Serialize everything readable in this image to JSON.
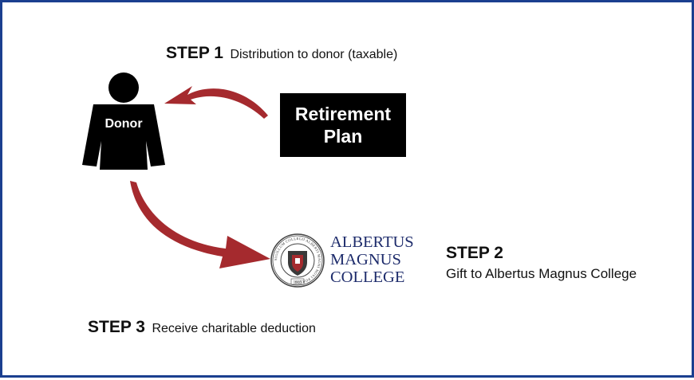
{
  "step1": {
    "label": "STEP 1",
    "description": "Distribution to donor (taxable)"
  },
  "step2": {
    "label": "STEP 2",
    "description": "Gift to Albertus Magnus College"
  },
  "step3": {
    "label": "STEP 3",
    "description": "Receive charitable deduction"
  },
  "retirement_plan": {
    "line1": "Retirement",
    "line2": "Plan"
  },
  "donor": {
    "label": "Donor"
  },
  "college": {
    "name_lines": [
      "ALBERTUS",
      "MAGNUS",
      "COLLEGE"
    ],
    "seal_text": "SIGILLUM COLLEGII ALBERTI MAGNI NOVI PORTUS",
    "seal_year": "1925"
  },
  "colors": {
    "frame": "#1b3f8f",
    "arrow": "#a52a2e",
    "college_text": "#1d2b6b",
    "box": "#000000"
  },
  "icons": [
    "donor-person-icon",
    "college-seal-icon",
    "curved-arrow-icon"
  ]
}
